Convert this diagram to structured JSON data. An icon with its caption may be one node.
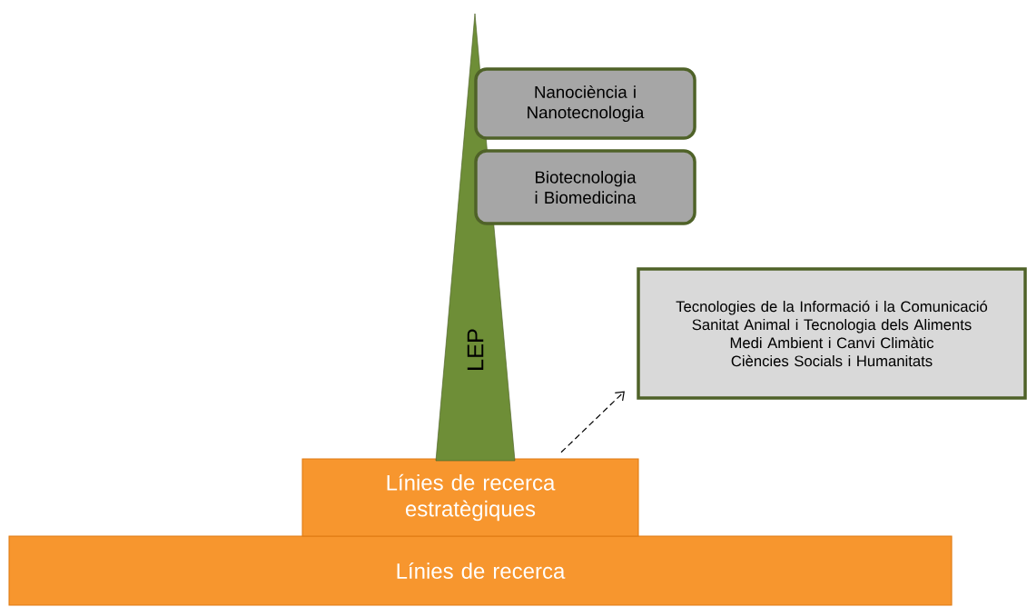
{
  "diagram": {
    "nodes": [
      {
        "text": [
          "Línies de recerca"
        ]
      },
      {
        "text": [
          "Línies de recerca estratègiques"
        ]
      },
      {
        "text": [
          "LEP"
        ]
      },
      {
        "text": [
          "Nanociència i Nanotecnologia"
        ]
      },
      {
        "text": [
          "Biotecnologia i Biomedicina"
        ]
      },
      {
        "text": [
          "Tecnologies de la Informació i la Comunicació",
          "Sanitat Animal i Tecnologia dels Aliments",
          "Medi Ambient i Canvi Climàtic",
          "Ciències Socials i Humanitats"
        ]
      }
    ],
    "edges": [
      {
        "from": 1,
        "to": 5,
        "arrow": "to",
        "style": "dashed"
      }
    ]
  }
}
